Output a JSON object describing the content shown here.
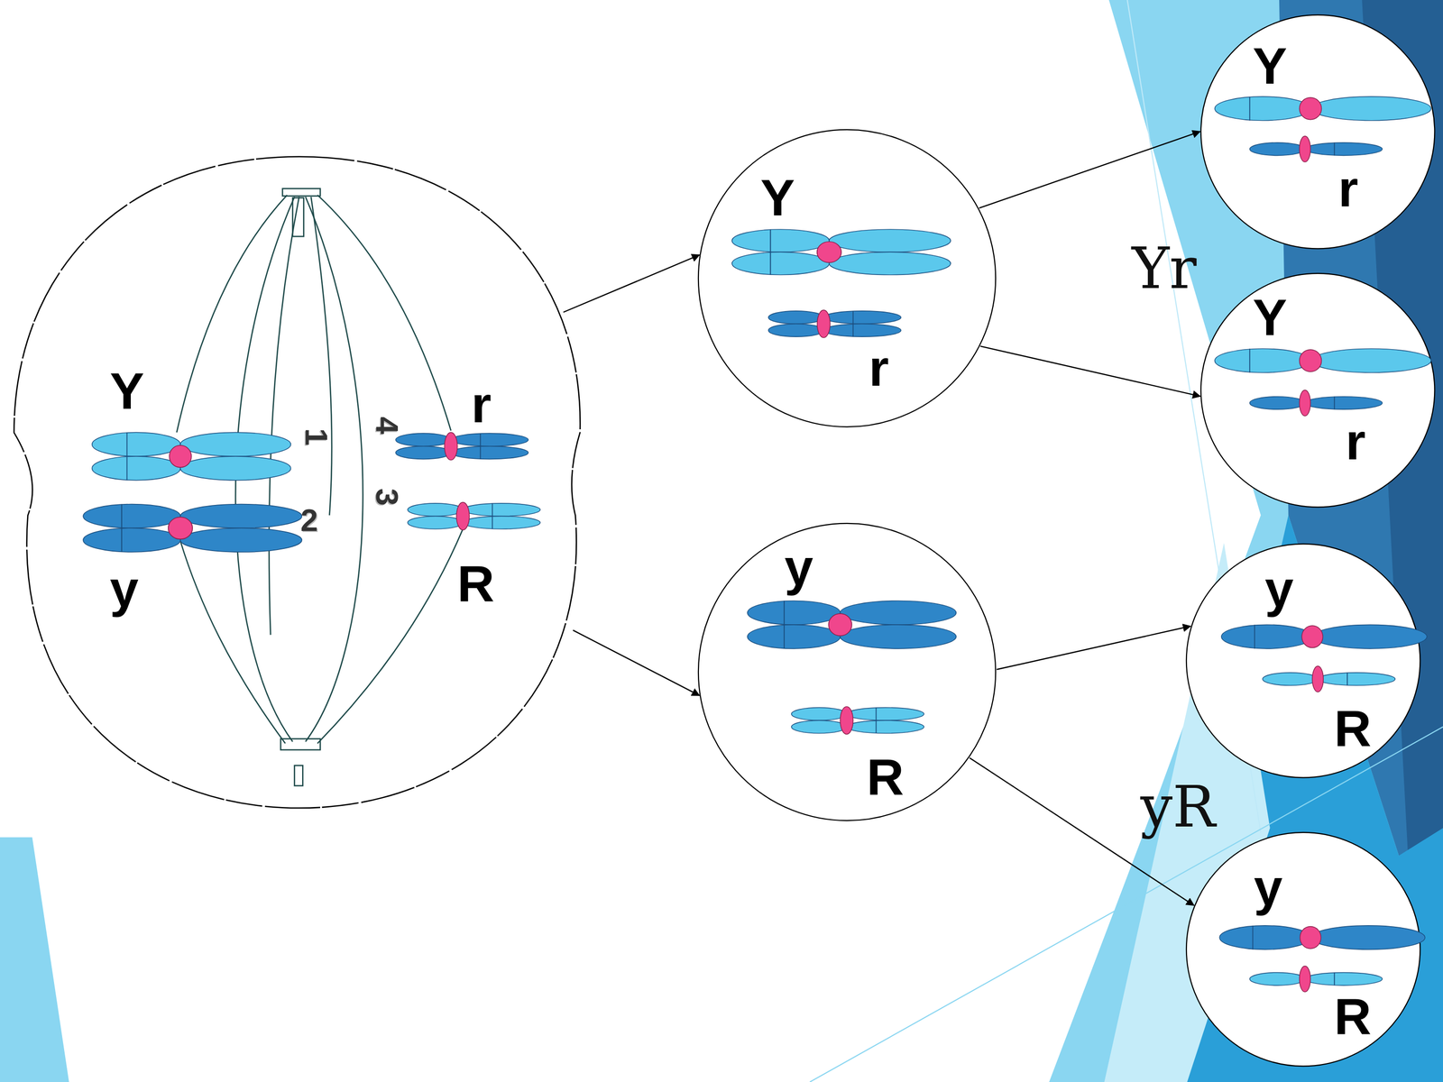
{
  "diagram": {
    "nodes": [
      {
        "text": [
          "Y",
          "y",
          "r",
          "R"
        ]
      },
      {
        "text": [
          "Y",
          "r"
        ]
      },
      {
        "text": [
          "y",
          "R"
        ]
      },
      {
        "text": [
          "Y",
          "r"
        ]
      },
      {
        "text": [
          "Y",
          "r"
        ]
      },
      {
        "text": [
          "y",
          "R"
        ]
      },
      {
        "text": [
          "y",
          "R"
        ]
      }
    ],
    "edges": [
      {
        "from": 0,
        "to": 1,
        "arrow": "to"
      },
      {
        "from": 0,
        "to": 2,
        "arrow": "to"
      },
      {
        "from": 1,
        "to": 3,
        "arrow": "to"
      },
      {
        "from": 1,
        "to": 4,
        "arrow": "to"
      },
      {
        "from": 2,
        "to": 5,
        "arrow": "to"
      },
      {
        "from": 2,
        "to": 6,
        "arrow": "to"
      }
    ],
    "labels": [
      "1",
      "2",
      "3",
      "4",
      "Yr",
      "yR"
    ]
  }
}
